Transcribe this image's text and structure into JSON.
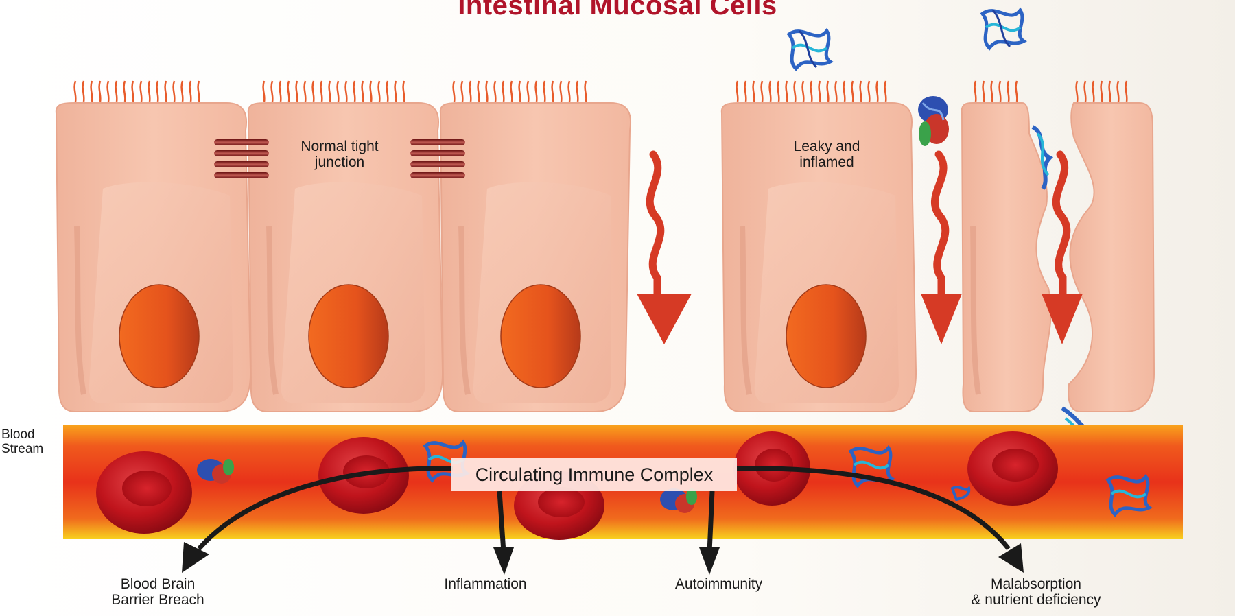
{
  "title": "Intestinal Mucosal Cells",
  "cells": {
    "normal_label": [
      "Normal tight",
      "junction"
    ],
    "leaky_label": [
      "Leaky and",
      "inflamed"
    ]
  },
  "bloodstream": {
    "label": [
      "Blood",
      "Stream"
    ],
    "complex_label": "Circulating Immune Complex"
  },
  "outcomes": {
    "bbb": [
      "Blood Brain",
      "Barrier Breach"
    ],
    "inflammation": "Inflammation",
    "autoimmunity": "Autoimmunity",
    "malabsorption": [
      "Malabsorption",
      "& nutrient deficiency"
    ]
  },
  "colors": {
    "title": "#b0142a",
    "cell_fill": "#f6c3ad",
    "nucleus": "#e8531e",
    "arrow": "#d63a25",
    "blood_core": "#e8361c",
    "blood_edge": "#f7d21e",
    "rbc": "#c3121c",
    "protein": "#2c63c4"
  }
}
